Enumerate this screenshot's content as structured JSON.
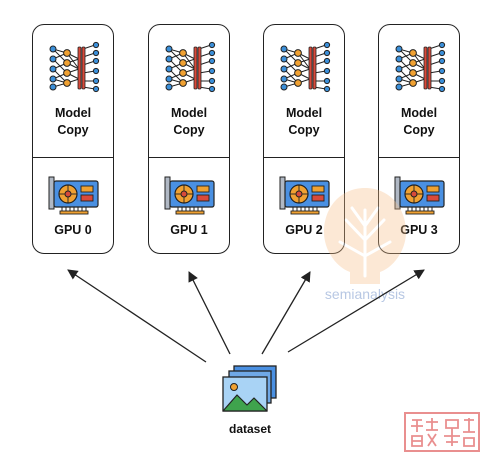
{
  "cards": [
    {
      "model_label": "Model\nCopy",
      "gpu_label": "GPU 0"
    },
    {
      "model_label": "Model\nCopy",
      "gpu_label": "GPU 1"
    },
    {
      "model_label": "Model\nCopy",
      "gpu_label": "GPU 2"
    },
    {
      "model_label": "Model\nCopy",
      "gpu_label": "GPU 3"
    }
  ],
  "dataset": {
    "label": "dataset"
  },
  "watermark": {
    "text": "semianalysis"
  },
  "icons": {
    "model": "neural-network-icon",
    "gpu": "graphics-card-icon",
    "dataset": "image-stack-icon"
  },
  "colors": {
    "line": "#222222",
    "node_blue": "#3b8fd9",
    "node_orange": "#f0a132",
    "node_red": "#d94a3a",
    "gpu_blue": "#4a90e2",
    "watermark_orange": "#f7c08a",
    "watermark_blue": "#9fb5da",
    "stamp_red": "#e06060"
  }
}
